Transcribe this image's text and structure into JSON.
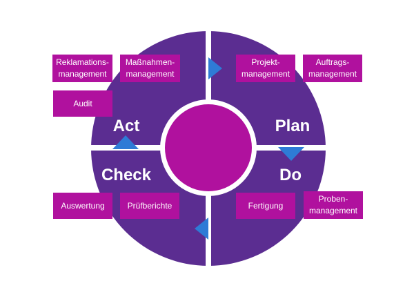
{
  "diagram": {
    "quadrants": {
      "act": "Act",
      "plan": "Plan",
      "check": "Check",
      "do": "Do"
    },
    "boxes": {
      "reklamation": "Reklamations-\nmanagement",
      "massnahmen": "Maßnahmen-\nmanagement",
      "audit": "Audit",
      "projekt": "Projekt-\nmanagement",
      "auftrags": "Auftrags-\nmanagement",
      "auswertung": "Auswertung",
      "pruefberichte": "Prüfberichte",
      "fertigung": "Fertigung",
      "proben": "Proben-\nmanagement"
    },
    "colors": {
      "circle": "#5b2d91",
      "center": "#b0119e",
      "box": "#b0119e",
      "arrow": "#2e7bd6",
      "divider": "#ffffff"
    }
  }
}
